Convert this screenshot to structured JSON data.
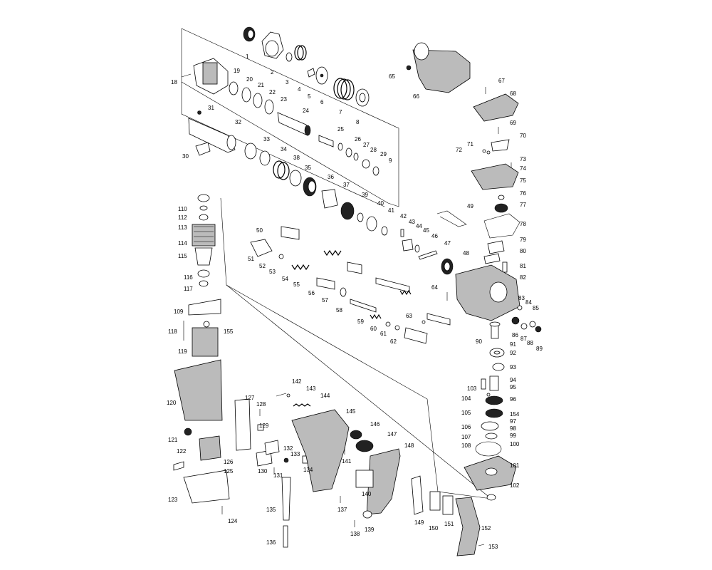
{
  "labels": [
    "1",
    "2",
    "3",
    "4",
    "5",
    "6",
    "7",
    "8",
    "9",
    "18",
    "19",
    "20",
    "21",
    "22",
    "23",
    "24",
    "25",
    "26",
    "27",
    "28",
    "29",
    "30",
    "31",
    "32",
    "33",
    "34",
    "35",
    "36",
    "37",
    "38",
    "39",
    "40",
    "41",
    "42",
    "43",
    "44",
    "45",
    "46",
    "47",
    "48",
    "49",
    "50",
    "51",
    "52",
    "53",
    "54",
    "55",
    "56",
    "57",
    "58",
    "59",
    "60",
    "61",
    "62",
    "63",
    "64",
    "65",
    "66",
    "67",
    "68",
    "69",
    "70",
    "71",
    "72",
    "73",
    "74",
    "75",
    "76",
    "77",
    "78",
    "79",
    "80",
    "81",
    "82",
    "83",
    "84",
    "85",
    "86",
    "87",
    "88",
    "89",
    "90",
    "91",
    "92",
    "93",
    "94",
    "95",
    "96",
    "97",
    "98",
    "99",
    "100",
    "101",
    "102",
    "103",
    "104",
    "105",
    "106",
    "107",
    "108",
    "109",
    "110",
    "112",
    "113",
    "114",
    "115",
    "116",
    "117",
    "118",
    "119",
    "120",
    "121",
    "122",
    "123",
    "124",
    "125",
    "126",
    "127",
    "128",
    "129",
    "130",
    "131",
    "132",
    "133",
    "134",
    "135",
    "136",
    "137",
    "138",
    "139",
    "140",
    "141",
    "142",
    "143",
    "144",
    "145",
    "146",
    "147",
    "148",
    "149",
    "150",
    "151",
    "152",
    "153",
    "154",
    "155"
  ]
}
